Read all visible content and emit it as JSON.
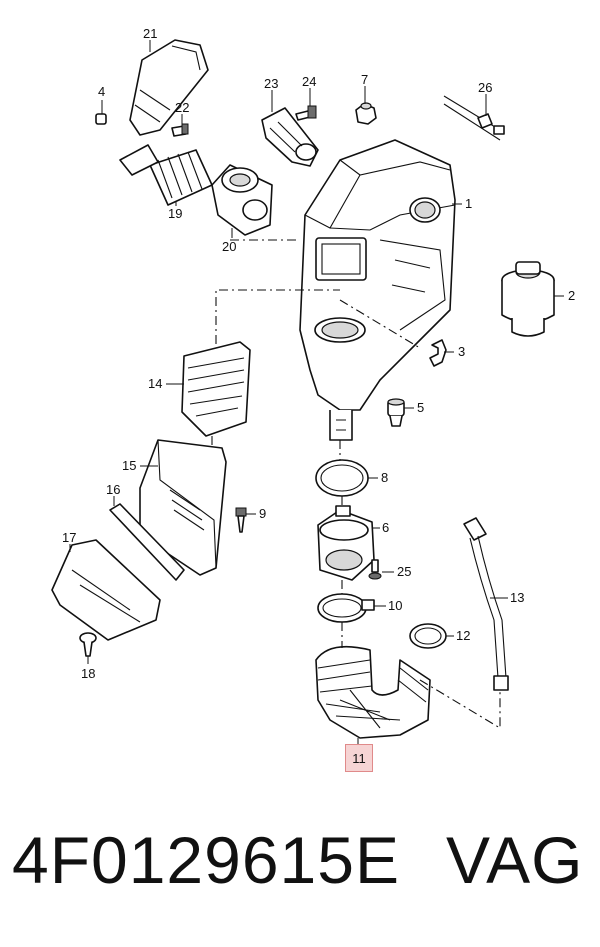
{
  "callouts": [
    {
      "id": "1",
      "text": "1"
    },
    {
      "id": "2",
      "text": "2"
    },
    {
      "id": "3",
      "text": "3"
    },
    {
      "id": "4",
      "text": "4"
    },
    {
      "id": "5",
      "text": "5"
    },
    {
      "id": "6",
      "text": "6"
    },
    {
      "id": "7",
      "text": "7"
    },
    {
      "id": "8",
      "text": "8"
    },
    {
      "id": "9",
      "text": "9"
    },
    {
      "id": "10",
      "text": "10"
    },
    {
      "id": "11",
      "text": "11"
    },
    {
      "id": "12",
      "text": "12"
    },
    {
      "id": "13",
      "text": "13"
    },
    {
      "id": "14",
      "text": "14"
    },
    {
      "id": "15",
      "text": "15"
    },
    {
      "id": "16",
      "text": "16"
    },
    {
      "id": "17",
      "text": "17"
    },
    {
      "id": "18",
      "text": "18"
    },
    {
      "id": "19",
      "text": "19"
    },
    {
      "id": "20",
      "text": "20"
    },
    {
      "id": "21",
      "text": "21"
    },
    {
      "id": "22",
      "text": "22"
    },
    {
      "id": "23",
      "text": "23"
    },
    {
      "id": "24",
      "text": "24"
    },
    {
      "id": "25",
      "text": "25"
    },
    {
      "id": "26",
      "text": "26"
    }
  ],
  "highlighted_callout": "11",
  "footer": {
    "part_number": "4F0129615E",
    "brand": "VAG"
  },
  "colors": {
    "highlight_fill": "#f6d4d4",
    "highlight_border": "#e08a8a",
    "line": "#111111"
  }
}
